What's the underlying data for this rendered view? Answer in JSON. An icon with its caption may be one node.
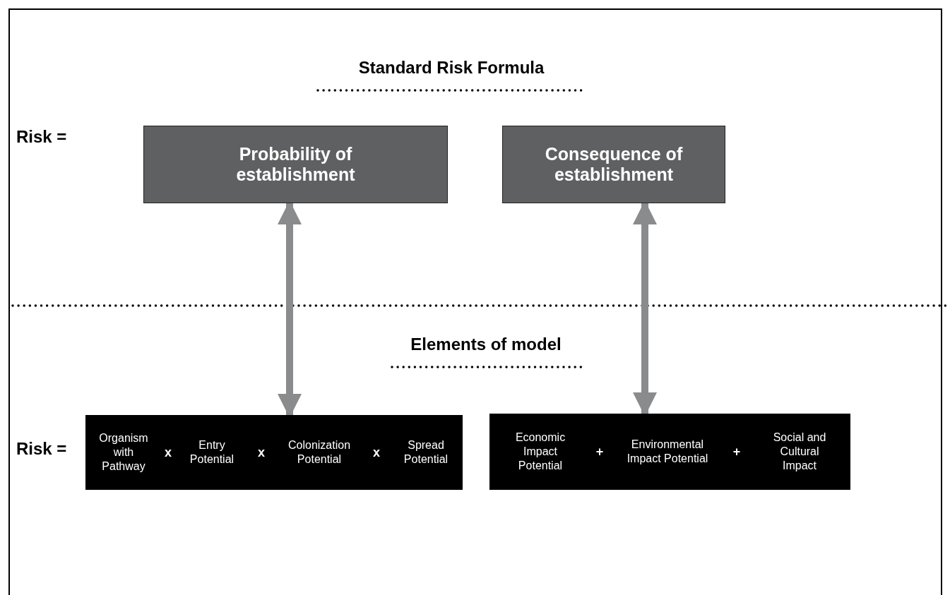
{
  "diagram": {
    "title": "Standard Risk Formula",
    "nodes": [
      {
        "text": [
          "Probability of establishment"
        ]
      },
      {
        "text": [
          "Consequence of establishment"
        ]
      },
      {
        "text": [
          "Organism with Pathway",
          "x",
          "Entry Potential",
          "x",
          "Colonization Potential",
          "x",
          "Spread Potential"
        ]
      },
      {
        "text": [
          "Economic Impact Potential",
          "+",
          "Environmental Impact Potential",
          "+",
          "Social and Cultural Impact"
        ]
      }
    ],
    "edges": [
      {
        "from": 0,
        "to": 2,
        "arrow": "both"
      },
      {
        "from": 1,
        "to": 3,
        "arrow": "both"
      }
    ],
    "labels": [
      "Risk =",
      "Elements of model",
      "Risk ="
    ]
  }
}
